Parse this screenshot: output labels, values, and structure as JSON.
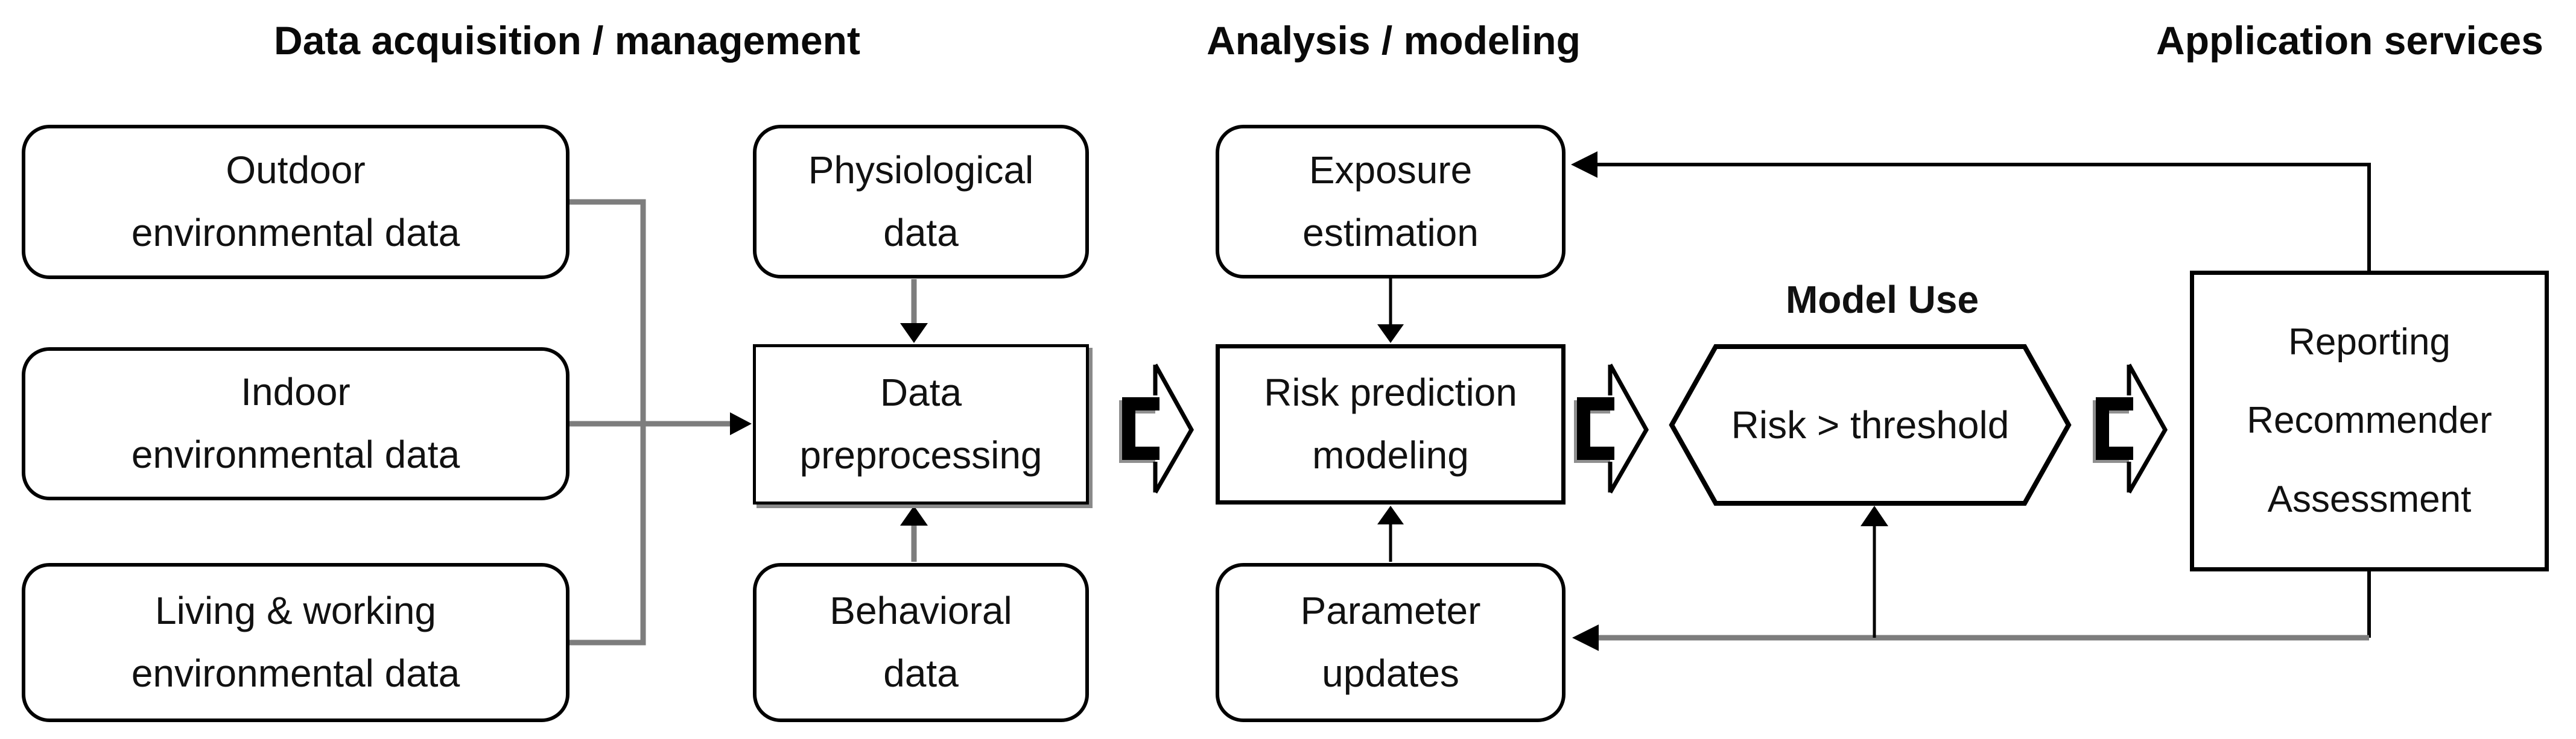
{
  "diagram_title": "Risk prediction system architecture flowchart",
  "headers": {
    "data_acquisition": "Data acquisition / management",
    "analysis": "Analysis / modeling",
    "application": "Application services"
  },
  "labels": {
    "model_use": "Model Use"
  },
  "nodes": {
    "outdoor": {
      "label": "Outdoor\nenvironmental data",
      "shape": "rounded"
    },
    "indoor": {
      "label": "Indoor\nenvironmental data",
      "shape": "rounded"
    },
    "living": {
      "label": "Living & working\nenvironmental data",
      "shape": "rounded"
    },
    "physiological": {
      "label": "Physiological\ndata",
      "shape": "rounded"
    },
    "preprocessing": {
      "label": "Data\npreprocessing",
      "shape": "rectangle"
    },
    "behavioral": {
      "label": "Behavioral\ndata",
      "shape": "rounded"
    },
    "exposure": {
      "label": "Exposure\nestimation",
      "shape": "rounded"
    },
    "risk_modeling": {
      "label": "Risk prediction\nmodeling",
      "shape": "rectangle"
    },
    "parameter": {
      "label": "Parameter\nupdates",
      "shape": "rounded"
    },
    "decision": {
      "label": "Risk > threshold",
      "shape": "hexagon"
    },
    "reporting": {
      "label": "Reporting\nRecommender\nAssessment",
      "shape": "rectangle"
    }
  },
  "edges": [
    {
      "from": "outdoor",
      "to": "preprocessing",
      "style": "gray-elbow"
    },
    {
      "from": "indoor",
      "to": "preprocessing",
      "style": "gray-arrow"
    },
    {
      "from": "living",
      "to": "preprocessing",
      "style": "gray-elbow"
    },
    {
      "from": "physiological",
      "to": "preprocessing",
      "style": "gray-arrow-down"
    },
    {
      "from": "behavioral",
      "to": "preprocessing",
      "style": "gray-arrow-up"
    },
    {
      "from": "preprocessing",
      "to": "risk_modeling",
      "style": "block-arrow"
    },
    {
      "from": "exposure",
      "to": "risk_modeling",
      "style": "black-arrow-down"
    },
    {
      "from": "parameter",
      "to": "risk_modeling",
      "style": "black-arrow-up"
    },
    {
      "from": "risk_modeling",
      "to": "decision",
      "style": "block-arrow"
    },
    {
      "from": "decision",
      "to": "reporting",
      "style": "block-arrow"
    },
    {
      "from": "reporting",
      "to": "exposure",
      "style": "black-feedback-top"
    },
    {
      "from": "reporting",
      "to": "parameter",
      "style": "gray-feedback-bottom"
    },
    {
      "from": "reporting",
      "to": "decision",
      "style": "black-branch-up"
    }
  ],
  "colors": {
    "connector_gray": "#7d7d7d",
    "shadow_gray": "#8a8a8a",
    "stroke_black": "#000000",
    "text": "#111111",
    "background": "#ffffff"
  }
}
